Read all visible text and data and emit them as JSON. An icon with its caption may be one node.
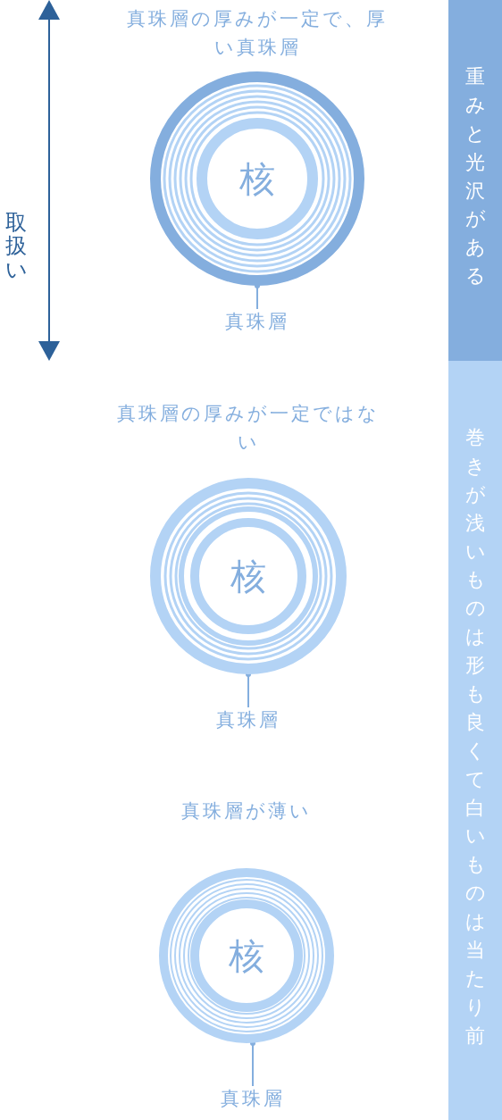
{
  "diagram": {
    "nodes": [
      {
        "text": [
          "重みと光沢がある"
        ]
      },
      {
        "text": [
          "巻きが浅いものは形も良くて白いものは当たり前"
        ]
      },
      {
        "text": [
          "核"
        ],
        "beside": [
          "真珠層の厚みが一定で、厚い真珠層"
        ]
      },
      {
        "text": [
          "真珠層"
        ]
      },
      {
        "text": [
          "核"
        ],
        "beside": [
          "真珠層の厚みが一定ではない"
        ]
      },
      {
        "text": [
          "真珠層"
        ]
      },
      {
        "text": [
          "核"
        ],
        "beside": [
          "真珠層が薄い"
        ]
      },
      {
        "text": [
          "真珠層"
        ]
      }
    ],
    "edges": [
      {
        "from": 3,
        "to": 2,
        "arrow": "other"
      },
      {
        "from": 5,
        "to": 4,
        "arrow": "other"
      },
      {
        "from": 7,
        "to": 6,
        "arrow": "other"
      }
    ],
    "labels": [
      "取扱い"
    ]
  }
}
